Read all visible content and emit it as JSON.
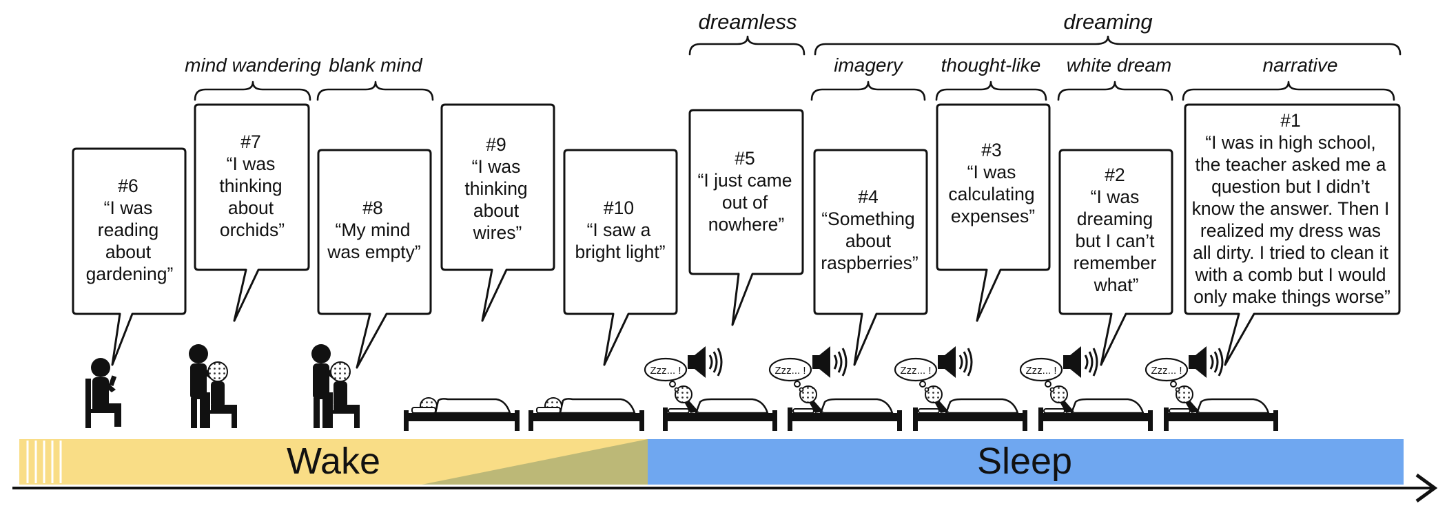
{
  "colors": {
    "wake": "#f9dd86",
    "transition": "#bcb877",
    "sleep": "#6fa7f0",
    "ink": "#111111"
  },
  "timeline": {
    "wake_label": "Wake",
    "sleep_label": "Sleep"
  },
  "categories": {
    "dreamless": "dreamless",
    "dreaming": "dreaming",
    "mind_wandering": "mind wandering",
    "blank_mind": "blank mind",
    "imagery": "imagery",
    "thought_like": "thought-like",
    "white_dream": "white dream",
    "narrative": "narrative"
  },
  "zzz_text": "Zzz... !",
  "reports": [
    {
      "id": "#6",
      "quote": [
        "“I was",
        "reading",
        "about",
        "gardening”"
      ],
      "state": "wake",
      "icon": "person-reading-icon"
    },
    {
      "id": "#7",
      "quote": [
        "“I was",
        "thinking",
        "about",
        "orchids”"
      ],
      "state": "wake",
      "icon": "person-interrupted-icon"
    },
    {
      "id": "#8",
      "quote": [
        "“My mind",
        "was empty”"
      ],
      "state": "wake",
      "icon": "person-interrupted-icon"
    },
    {
      "id": "#9",
      "quote": [
        "“I was",
        "thinking",
        "about",
        "wires”"
      ],
      "state": "drowsy",
      "icon": "person-lying-icon"
    },
    {
      "id": "#10",
      "quote": [
        "“I saw a",
        "bright light”"
      ],
      "state": "drowsy",
      "icon": "person-lying-icon"
    },
    {
      "id": "#5",
      "quote": [
        "“I just came",
        "out of",
        "nowhere”"
      ],
      "state": "sleep",
      "icon": "awakened-sleeper-icon"
    },
    {
      "id": "#4",
      "quote": [
        "“Something",
        "about",
        "raspberries”"
      ],
      "state": "sleep",
      "icon": "awakened-sleeper-icon"
    },
    {
      "id": "#3",
      "quote": [
        "“I was",
        "calculating",
        "expenses”"
      ],
      "state": "sleep",
      "icon": "awakened-sleeper-icon"
    },
    {
      "id": "#2",
      "quote": [
        "“I was",
        "dreaming",
        "but I can’t",
        "remember",
        "what”"
      ],
      "state": "sleep",
      "icon": "awakened-sleeper-icon"
    },
    {
      "id": "#1",
      "quote": [
        "“I was in high school,",
        "the teacher asked me a",
        "question but I didn’t",
        "know the answer. Then I",
        "realized my dress was",
        "all dirty. I tried to clean it",
        "with a comb but I would",
        "only make things worse”"
      ],
      "state": "sleep",
      "icon": "awakened-sleeper-icon"
    }
  ]
}
